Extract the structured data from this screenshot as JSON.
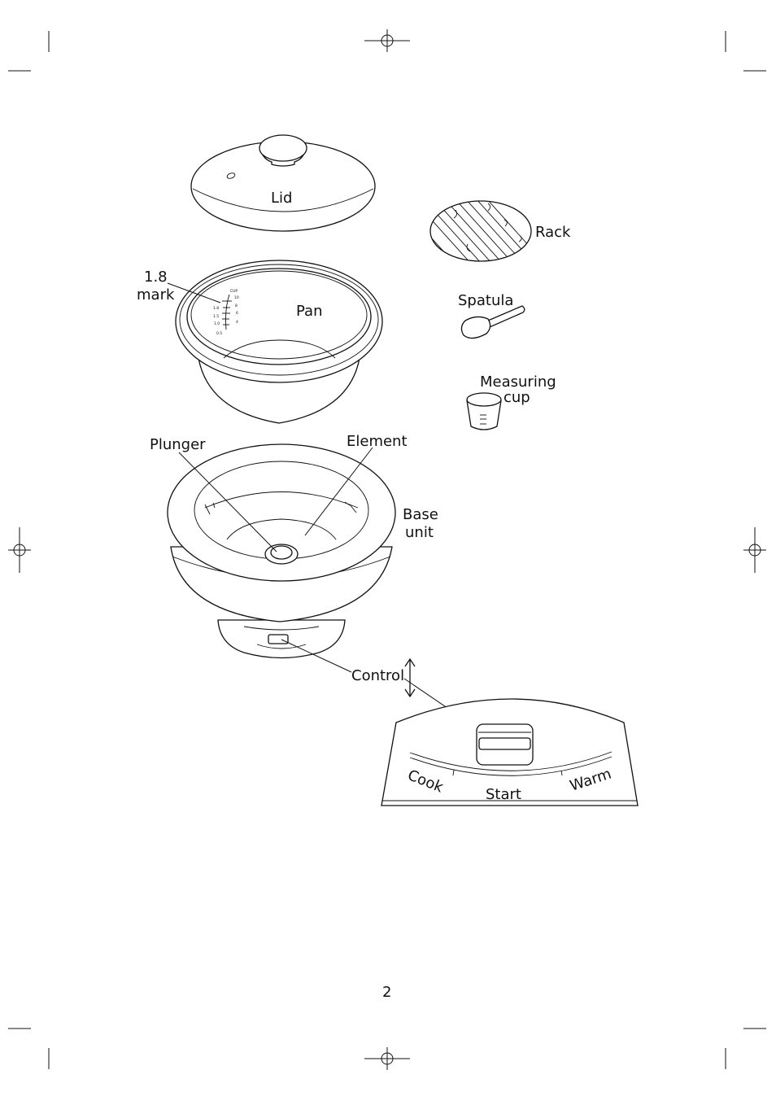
{
  "labels": {
    "lid": "Lid",
    "rack": "Rack",
    "mark_line1": "1.8",
    "mark_line2": "mark",
    "pan": "Pan",
    "spatula": "Spatula",
    "measuring_line1": "Measuring",
    "measuring_line2": "cup",
    "plunger": "Plunger",
    "element": "Element",
    "base_line1": "Base",
    "base_line2": "unit",
    "control": "Control"
  },
  "pan_scale": {
    "cup_header": "CUP",
    "left": [
      "1.8",
      "1.5",
      "1.0",
      "0.5"
    ],
    "right": [
      "10",
      "8",
      "6",
      "4"
    ]
  },
  "control_panel": {
    "cook": "Cook",
    "start": "Start",
    "warm": "Warm"
  },
  "page_number": "2"
}
